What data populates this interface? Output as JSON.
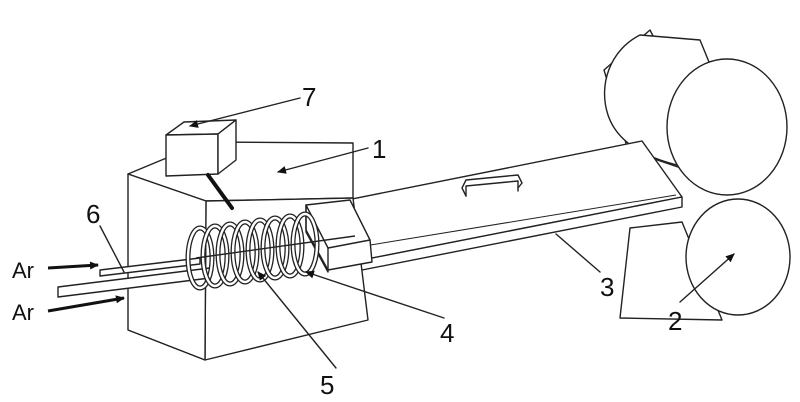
{
  "labels": {
    "box": "1",
    "rollers": "2",
    "plate": "3",
    "coil": "4",
    "rod": "5",
    "tube": "6",
    "device": "7",
    "gas_top": "Ar",
    "gas_bottom": "Ar"
  }
}
